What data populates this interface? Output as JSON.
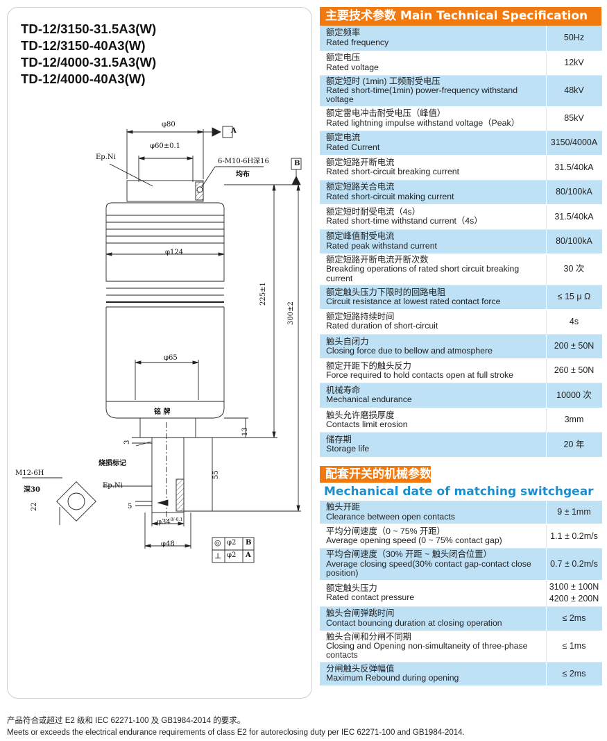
{
  "models": [
    "TD-12/3150-31.5A3(W)",
    "TD-12/3150-40A3(W)",
    "TD-12/4000-31.5A3(W)",
    "TD-12/4000-40A3(W)"
  ],
  "drawing": {
    "dim_80": "φ80",
    "dim_60": "φ60±0.1",
    "dim_thread_top": "6-M10-6H深16",
    "dim_uniform": "均布",
    "dim_124": "φ124",
    "dim_225": "225±1",
    "dim_300": "300±2",
    "dim_65": "φ65",
    "dim_13": "13",
    "dim_3": "3",
    "dim_55": "55",
    "dim_5": "5",
    "dim_34": "φ34",
    "dim_34_tol": "0/-0.1",
    "dim_48": "φ48",
    "label_epni_top": "Ep.Ni",
    "label_epni_bottom": "Ep.Ni",
    "label_nameplate": "铭  牌",
    "label_wear_mark": "烧损标记",
    "label_m12": "M12-6H",
    "label_depth30": "深30",
    "dim_22": "22",
    "datum_a": "A",
    "datum_b": "B",
    "tol_frame": [
      {
        "symbol": "◎",
        "value": "φ2",
        "datum": "B"
      },
      {
        "symbol": "⊥",
        "value": "φ2",
        "datum": "A"
      }
    ]
  },
  "main_spec": {
    "title": "主要技术参数 Main Technical Specification",
    "rows": [
      {
        "cn": "额定频率",
        "en": "Rated frequency",
        "value": "50Hz"
      },
      {
        "cn": "额定电压",
        "en": "Rated voltage",
        "value": "12kV"
      },
      {
        "cn": "额定短时 (1min) 工频耐受电压",
        "en": "Rated short-time(1min) power-frequency withstand voltage",
        "value": "48kV"
      },
      {
        "cn": "额定雷电冲击耐受电压（峰值）",
        "en": "Rated lightning impulse withstand voltage（Peak）",
        "value": "85kV"
      },
      {
        "cn": "额定电流",
        "en": "Rated Current",
        "value": "3150/4000A"
      },
      {
        "cn": "额定短路开断电流",
        "en": "Rated short-circuit breaking current",
        "value": "31.5/40kA"
      },
      {
        "cn": "额定短路关合电流",
        "en": "Rated short-circuit making current",
        "value": "80/100kA"
      },
      {
        "cn": "额定短时耐受电流（4s）",
        "en": "Rated short-time withstand current（4s）",
        "value": "31.5/40kA"
      },
      {
        "cn": "额定峰值耐受电流",
        "en": "Rated peak withstand current",
        "value": "80/100kA"
      },
      {
        "cn": "额定短路开断电流开断次数",
        "en": "Breakding operations of rated short circuit breaking current",
        "value": "30 次"
      },
      {
        "cn": "额定触头压力下限时的回路电阻",
        "en": "Circuit resistance at lowest rated contact force",
        "value": "≤ 15 μ Ω"
      },
      {
        "cn": "额定短路持续时间",
        "en": "Rated duration of short-circuit",
        "value": "4s"
      },
      {
        "cn": "触头自闭力",
        "en": "Closing force due to bellow and atmosphere",
        "value": "200 ± 50N"
      },
      {
        "cn": "额定开距下的触头反力",
        "en": "Force required to hold contacts open at full stroke",
        "value": "260 ± 50N"
      },
      {
        "cn": "机械寿命",
        "en": "Mechanical endurance",
        "value": "10000 次"
      },
      {
        "cn": "触头允许磨损厚度",
        "en": "Contacts limit erosion",
        "value": "3mm"
      },
      {
        "cn": "储存期",
        "en": "Storage life",
        "value": "20 年"
      }
    ]
  },
  "mech_spec": {
    "title": "配套开关的机械参数",
    "subtitle": "Mechanical date of matching switchgear",
    "rows": [
      {
        "cn": "触头开距",
        "en": "Clearance between open contacts",
        "value": "9 ± 1mm"
      },
      {
        "cn": "平均分闸速度（0 ~ 75% 开距）",
        "en": "Average opening speed (0 ~ 75% contact gap)",
        "value": "1.1 ± 0.2m/s"
      },
      {
        "cn": "平均合闸速度（30% 开距 ~ 触头闭合位置）",
        "en": "Average closing speed(30% contact gap-contact close position)",
        "value": "0.7 ± 0.2m/s"
      },
      {
        "cn": "额定触头压力",
        "en": "Rated contact pressure",
        "value": "3100 ± 100N",
        "value2": "4200 ± 200N"
      },
      {
        "cn": "触头合闸弹跳时间",
        "en": "Contact bouncing duration at closing operation",
        "value": "≤ 2ms"
      },
      {
        "cn": "触头合闸和分闸不同期",
        "en": "Closing and Opening non-simultaneity of three-phase contacts",
        "value": "≤ 1ms"
      },
      {
        "cn": "分闸触头反弹幅值",
        "en": "Maximum Rebound during opening",
        "value": "≤ 2ms"
      }
    ]
  },
  "footnote": {
    "cn": "产品符合或超过 E2 级和 IEC 62271-100 及 GB1984-2014 的要求。",
    "en": "Meets or exceeds the electrical endurance requirements of class E2 for autoreclosing duty per IEC 62271-100 and GB1984-2014."
  },
  "colors": {
    "orange": "#f07a10",
    "blue_row": "#bfe1f6",
    "subtitle_blue": "#1a8fd0"
  }
}
